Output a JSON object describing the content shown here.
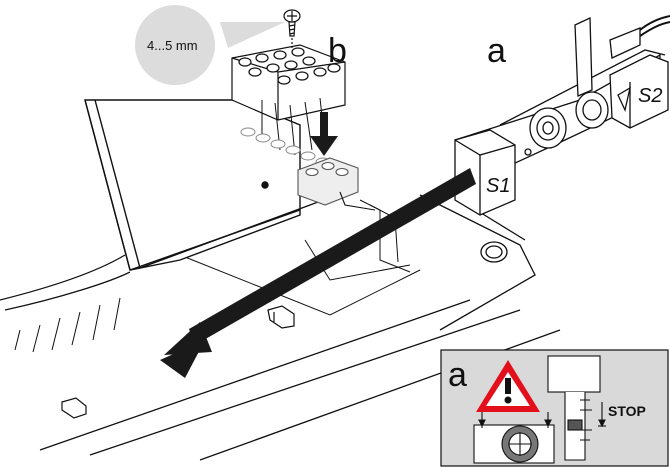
{
  "labels": {
    "callout_size": "4...5 mm",
    "label_b": "b",
    "label_a_main": "a",
    "label_s1": "S1",
    "label_s2": "S2",
    "inset_label_a": "a",
    "inset_stop": "STOP"
  },
  "icons": {
    "warning": "warning-triangle-icon",
    "screw": "screw-icon"
  },
  "colors": {
    "line": "#111111",
    "arrow": "#1a1a1a",
    "inset_bg": "#d9d9d9",
    "warning_red": "#e3101c",
    "callout_bg": "#dcdcdc",
    "accent_blue": "#1b8fd0"
  }
}
